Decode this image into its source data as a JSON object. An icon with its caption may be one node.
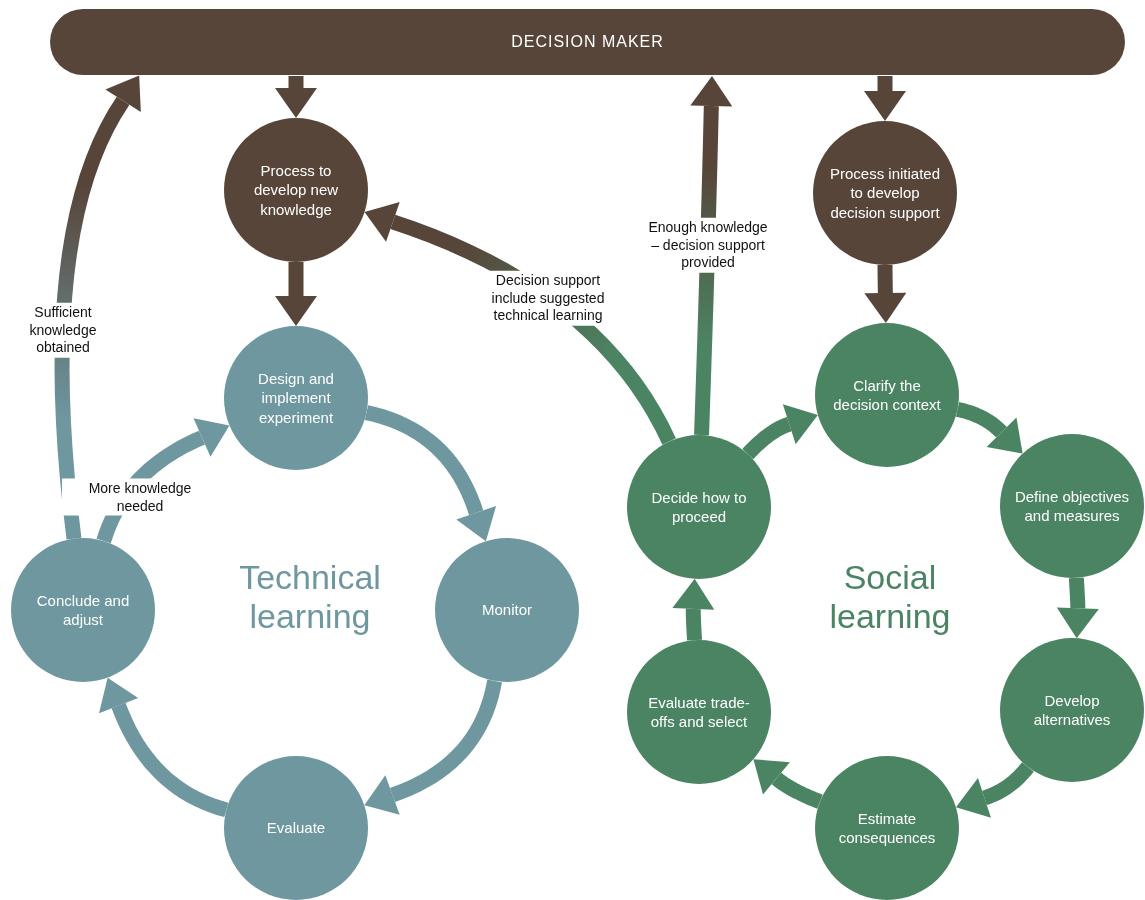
{
  "diagram": {
    "nodes": [
      {
        "text": [
          "DECISION MAKER"
        ]
      },
      {
        "text": [
          "Process to develop new knowledge"
        ]
      },
      {
        "text": [
          "Process initiated to develop decision support"
        ]
      },
      {
        "text": [
          "Design and implement experiment"
        ]
      },
      {
        "text": [
          "Monitor"
        ]
      },
      {
        "text": [
          "Evaluate"
        ]
      },
      {
        "text": [
          "Conclude and adjust"
        ]
      },
      {
        "text": [
          "Decide how to proceed"
        ]
      },
      {
        "text": [
          "Clarify the decision context"
        ]
      },
      {
        "text": [
          "Define objectives and measures"
        ]
      },
      {
        "text": [
          "Develop alternatives"
        ]
      },
      {
        "text": [
          "Estimate consequences"
        ]
      },
      {
        "text": [
          "Evaluate trade-offs and select"
        ]
      }
    ],
    "edges": [
      {
        "from": 0,
        "to": 1,
        "arrow": "to",
        "color": "#574539"
      },
      {
        "from": 0,
        "to": 2,
        "arrow": "to",
        "color": "#574539"
      },
      {
        "from": 1,
        "to": 3,
        "arrow": "to",
        "color": "#574539"
      },
      {
        "from": 2,
        "to": 8,
        "arrow": "to",
        "color": "#574539"
      },
      {
        "from": 3,
        "to": 4,
        "arrow": "to",
        "color": "#6e97a0"
      },
      {
        "from": 4,
        "to": 5,
        "arrow": "to",
        "color": "#6e97a0"
      },
      {
        "from": 5,
        "to": 6,
        "arrow": "to",
        "color": "#6e97a0"
      },
      {
        "from": 6,
        "to": 3,
        "arrow": "to",
        "label": "More knowledge needed",
        "color": "#6e97a0"
      },
      {
        "from": 6,
        "to": 0,
        "arrow": "to",
        "label": "Sufficient knowledge obtained",
        "color": "#574539"
      },
      {
        "from": 7,
        "to": 1,
        "arrow": "to",
        "label": "Decision support include suggested technical learning",
        "color": "#574539"
      },
      {
        "from": 7,
        "to": 0,
        "arrow": "to",
        "label": "Enough knowledge – decision support provided",
        "color": "#574539"
      },
      {
        "from": 7,
        "to": 8,
        "arrow": "to"
      },
      {
        "from": 8,
        "to": 9,
        "arrow": "to"
      },
      {
        "from": 9,
        "to": 10,
        "arrow": "to"
      },
      {
        "from": 10,
        "to": 11,
        "arrow": "to"
      },
      {
        "from": 11,
        "to": 12,
        "arrow": "to"
      },
      {
        "from": 12,
        "to": 7,
        "arrow": "to"
      }
    ],
    "labels": [
      "Technical learning",
      "Social learning"
    ]
  }
}
